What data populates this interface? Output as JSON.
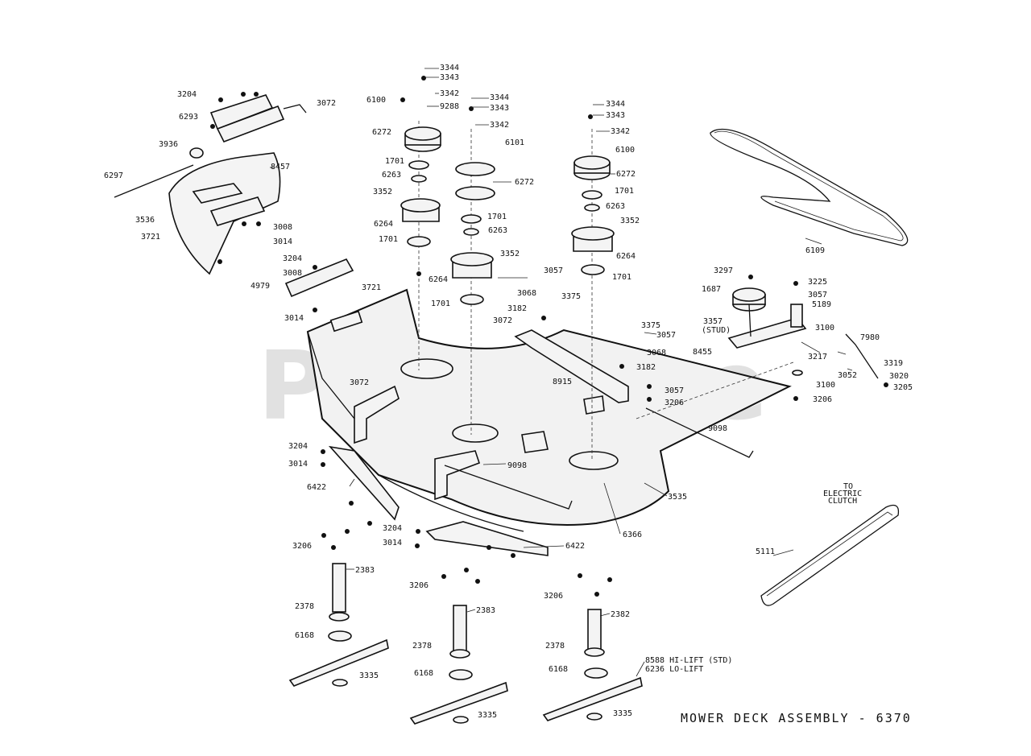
{
  "watermark": "PartsTree",
  "title": "MOWER DECK ASSEMBLY - 6370",
  "clutch_note": [
    "TO",
    "ELECTRIC",
    "CLUTCH"
  ],
  "callouts": {
    "c3344a": "3344",
    "c3343a": "3343",
    "c3342a": "3342",
    "c9288": "9288",
    "c6100a": "6100",
    "c3344b": "3344",
    "c3343b": "3343",
    "c3342b": "3342",
    "c6101": "6101",
    "c3344c": "3344",
    "c3343c": "3343",
    "c3342c": "3342",
    "c6100b": "6100",
    "c3204a": "3204",
    "c6293": "6293",
    "c3072a": "3072",
    "c3936": "3936",
    "c8457": "8457",
    "c6297": "6297",
    "c3536": "3536",
    "c3721a": "3721",
    "c3008a": "3008",
    "c3014a": "3014",
    "c6272a": "6272",
    "c1701a": "1701",
    "c6263a": "6263",
    "c3352a": "3352",
    "c6264a": "6264",
    "c1701b": "1701",
    "c6272b": "6272",
    "c1701c": "1701",
    "c6263b": "6263",
    "c3352b": "3352",
    "c6264b": "6264",
    "c1701d": "1701",
    "c6272c": "6272",
    "c1701e": "1701",
    "c6263c": "6263",
    "c3352c": "3352",
    "c6264c": "6264",
    "c1701f": "1701",
    "c6109": "6109",
    "c3204b": "3204",
    "c3008b": "3008",
    "c4979": "4979",
    "c3014b": "3014",
    "c3721b": "3721",
    "c3057a": "3057",
    "c3068a": "3068",
    "c3375a": "3375",
    "c3182a": "3182",
    "c3072b": "3072",
    "c3375b": "3375",
    "c3057b": "3057",
    "c3068b": "3068",
    "c3182b": "3182",
    "c8915": "8915",
    "c3057c": "3057",
    "c3206a": "3206",
    "c9098a": "9098",
    "c3297": "3297",
    "c3225": "3225",
    "c1687": "1687",
    "c3057d": "3057",
    "c5189": "5189",
    "c3357": "3357",
    "c3357s": "(STUD)",
    "c3100a": "3100",
    "c8455": "8455",
    "c7980": "7980",
    "c3217": "3217",
    "c3052": "3052",
    "c3319": "3319",
    "c3020": "3020",
    "c3205": "3205",
    "c3100b": "3100",
    "c3206b": "3206",
    "c3072c": "3072",
    "c3204c": "3204",
    "c3014c": "3014",
    "c6422a": "6422",
    "c9098b": "9098",
    "c3535": "3535",
    "c6366": "6366",
    "c3204d": "3204",
    "c3014d": "3014",
    "c6422b": "6422",
    "c3206c": "3206",
    "c2383a": "2383",
    "c2378a": "2378",
    "c6168a": "6168",
    "c3335a": "3335",
    "c3206d": "3206",
    "c2383b": "2383",
    "c2378b": "2378",
    "c6168b": "6168",
    "c3335b": "3335",
    "c3206e": "3206",
    "c2382": "2382",
    "c2378c": "2378",
    "c6168c": "6168",
    "c8588": "8588 HI-LIFT (STD)",
    "c6236": "6236 LO-LIFT",
    "c3335c": "3335",
    "c5111": "5111"
  }
}
